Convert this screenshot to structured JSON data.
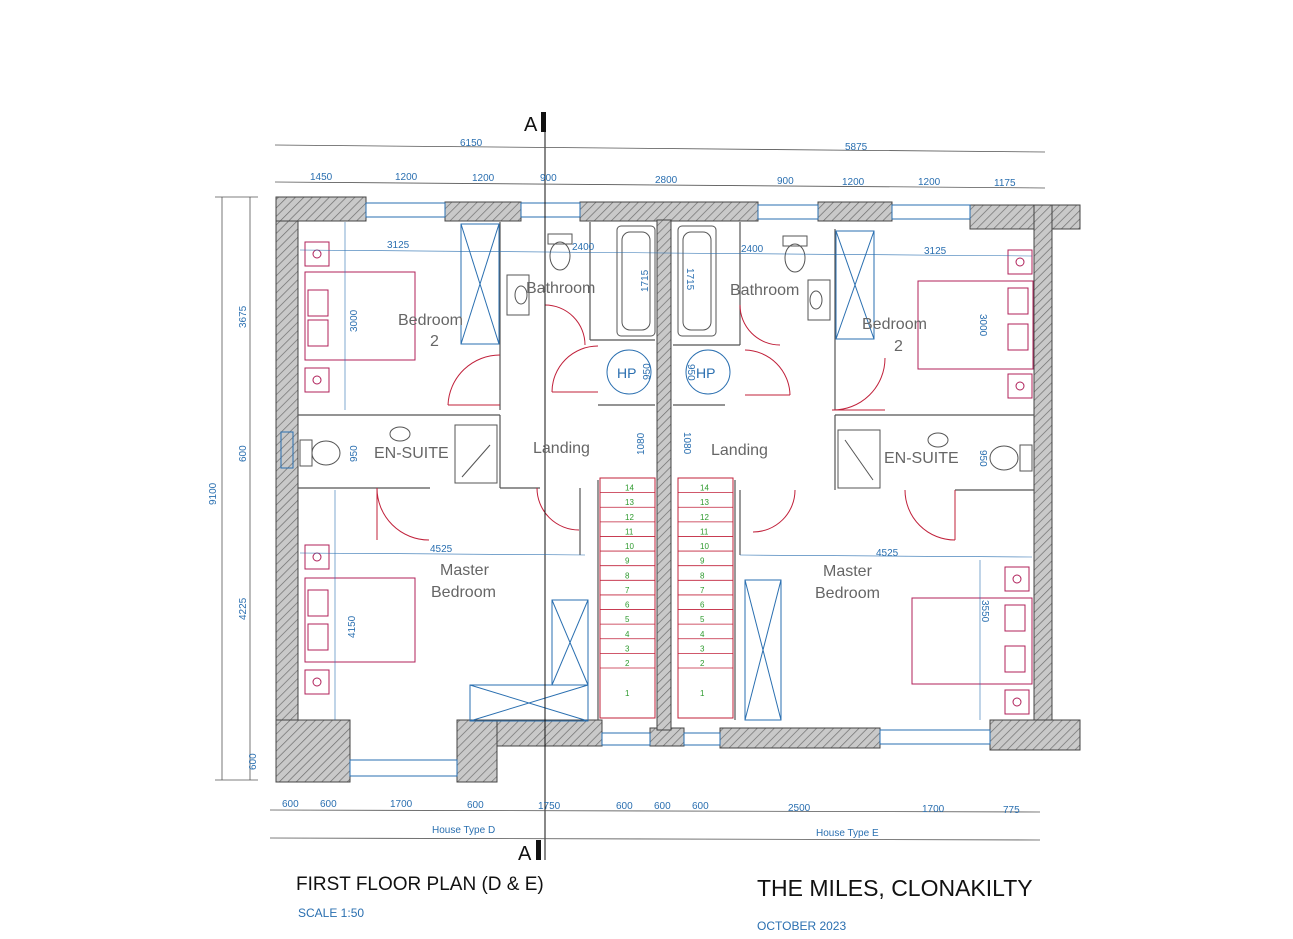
{
  "plan_title": "FIRST FLOOR PLAN (D & E)",
  "scale": "SCALE 1:50",
  "project": "THE MILES, CLONAKILTY",
  "date": "OCTOBER 2023",
  "section_marker": "A",
  "house_type_left": "House Type D",
  "house_type_right": "House Type E",
  "top_dims": {
    "overall_left": "6150",
    "overall_right": "5875",
    "d1": "1450",
    "d2": "1200",
    "d3": "1200",
    "d4": "900",
    "d5": "2800",
    "d6": "900",
    "d7": "1200",
    "d8": "1200",
    "d9": "1175"
  },
  "bottom_dims": {
    "b1": "600",
    "b2": "600",
    "b3": "1700",
    "b4": "600",
    "b5": "1750",
    "b6": "600",
    "b7": "600",
    "b8": "600",
    "b9": "2500",
    "b10": "1700",
    "b11": "775"
  },
  "left_dims": {
    "total": "9100",
    "l1": "3675",
    "l2": "600",
    "l3": "4225",
    "l4": "600"
  },
  "rooms": {
    "bedroom2_l": "Bedroom",
    "bedroom2_l_num": "2",
    "bedroom2_r": "Bedroom",
    "bedroom2_r_num": "2",
    "bath_l": "Bathroom",
    "bath_r": "Bathroom",
    "ensuite_l": "EN-SUITE",
    "ensuite_r": "EN-SUITE",
    "landing_l": "Landing",
    "landing_r": "Landing",
    "master_l_1": "Master",
    "master_l_2": "Bedroom",
    "master_r_1": "Master",
    "master_r_2": "Bedroom",
    "hp": "HP"
  },
  "room_dims": {
    "bed2_l_w": "3125",
    "bed2_l_h": "3000",
    "bath_l_w": "2400",
    "bath_l_h": "1715",
    "ensuite_l_h": "950",
    "hp_l": "950",
    "landing_l": "1080",
    "master_l_w": "4525",
    "master_l_h": "4150",
    "bed2_r_w": "3125",
    "bed2_r_h": "3000",
    "bath_r_w": "2400",
    "bath_r_h": "1715",
    "ensuite_r_h": "950",
    "hp_r": "950",
    "landing_r": "1080",
    "master_r_w": "4525",
    "master_r_h": "3550"
  },
  "stair_steps": [
    "1",
    "2",
    "3",
    "4",
    "5",
    "6",
    "7",
    "8",
    "9",
    "10",
    "11",
    "12",
    "13",
    "14"
  ]
}
